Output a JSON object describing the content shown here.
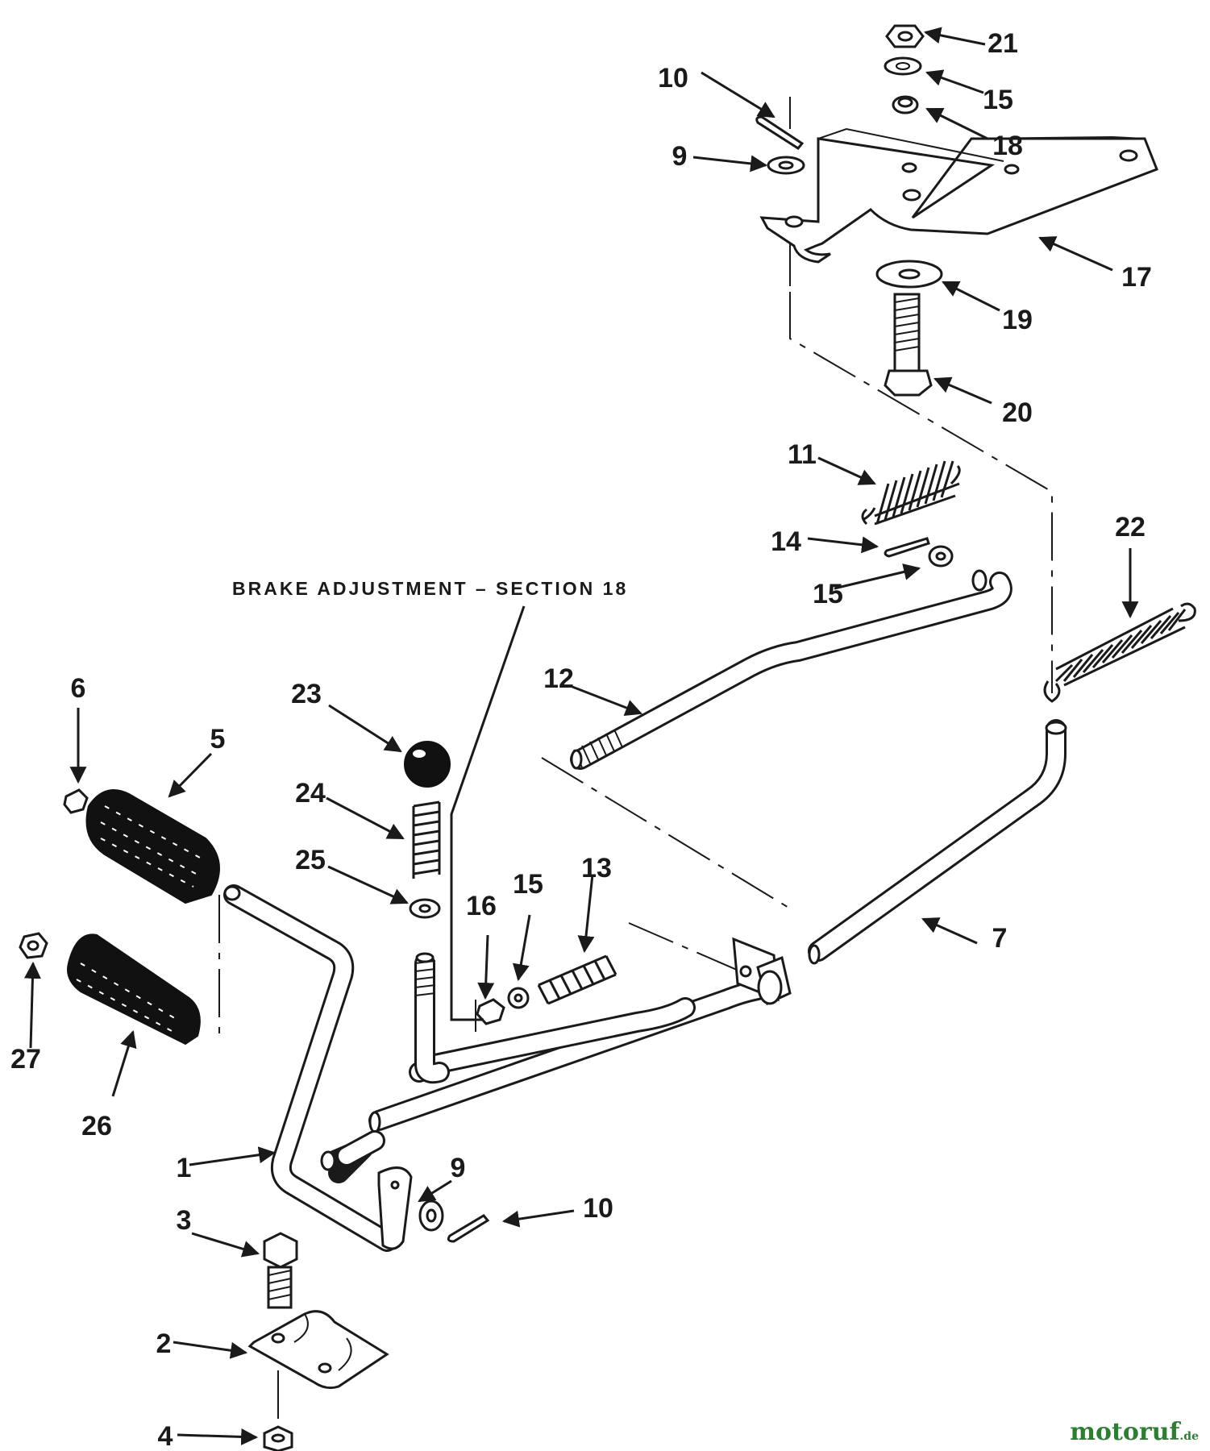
{
  "diagram": {
    "note": "BRAKE ADJUSTMENT – SECTION 18",
    "watermark": {
      "text": "motoruf",
      "suffix": ".de",
      "color": "#2e7d32"
    },
    "ink_color": "#1a1a1a",
    "callouts": [
      {
        "id": "c1",
        "label": "1"
      },
      {
        "id": "c2",
        "label": "2"
      },
      {
        "id": "c3",
        "label": "3"
      },
      {
        "id": "c4",
        "label": "4"
      },
      {
        "id": "c5",
        "label": "5"
      },
      {
        "id": "c6",
        "label": "6"
      },
      {
        "id": "c7",
        "label": "7"
      },
      {
        "id": "c9a",
        "label": "9"
      },
      {
        "id": "c9b",
        "label": "9"
      },
      {
        "id": "c10a",
        "label": "10"
      },
      {
        "id": "c10b",
        "label": "10"
      },
      {
        "id": "c11",
        "label": "11"
      },
      {
        "id": "c12",
        "label": "12"
      },
      {
        "id": "c13",
        "label": "13"
      },
      {
        "id": "c14",
        "label": "14"
      },
      {
        "id": "c15a",
        "label": "15"
      },
      {
        "id": "c15b",
        "label": "15"
      },
      {
        "id": "c15c",
        "label": "15"
      },
      {
        "id": "c16",
        "label": "16"
      },
      {
        "id": "c17",
        "label": "17"
      },
      {
        "id": "c18",
        "label": "18"
      },
      {
        "id": "c19",
        "label": "19"
      },
      {
        "id": "c20",
        "label": "20"
      },
      {
        "id": "c21",
        "label": "21"
      },
      {
        "id": "c22",
        "label": "22"
      },
      {
        "id": "c23",
        "label": "23"
      },
      {
        "id": "c24",
        "label": "24"
      },
      {
        "id": "c25",
        "label": "25"
      },
      {
        "id": "c26",
        "label": "26"
      },
      {
        "id": "c27",
        "label": "27"
      }
    ]
  }
}
